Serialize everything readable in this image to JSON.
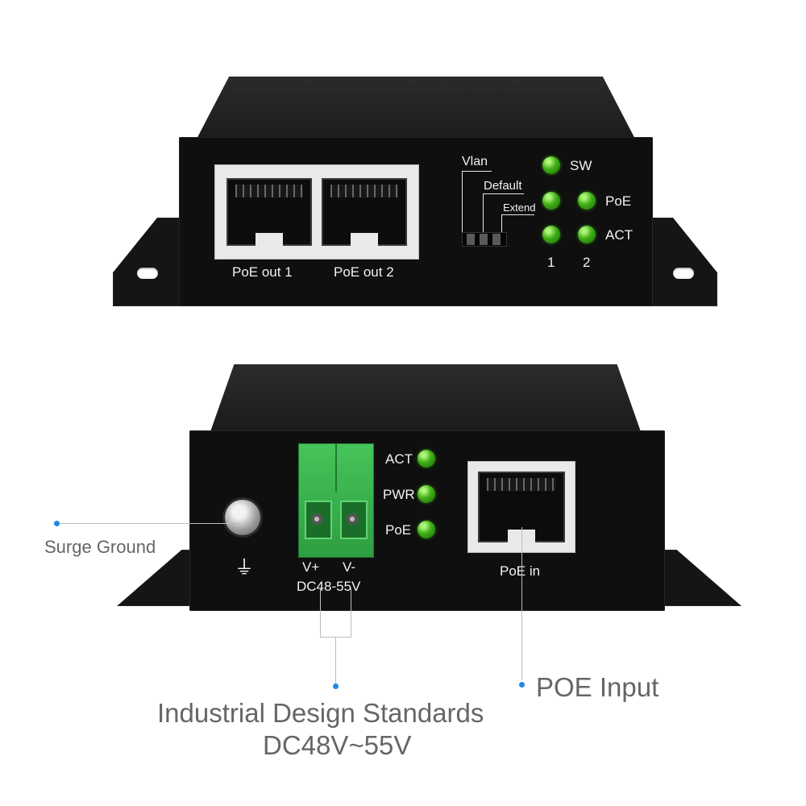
{
  "top_unit": {
    "port_labels": [
      "PoE  out 1",
      "PoE  out 2"
    ],
    "dip_labels": {
      "vlan": "Vlan",
      "default": "Default",
      "extend": "Extend"
    },
    "led_labels": {
      "sw": "SW",
      "poe": "PoE",
      "act": "ACT"
    },
    "port_numbers": [
      "1",
      "2"
    ]
  },
  "bottom_unit": {
    "terminal_labels": {
      "v_plus": "V+",
      "v_minus": "V-",
      "voltage": "DC48-55V"
    },
    "led_labels": {
      "act": "ACT",
      "pwr": "PWR",
      "poe": "PoE"
    },
    "port_label": "PoE in",
    "ground_symbol": "⏚"
  },
  "callouts": {
    "surge_ground": "Surge Ground",
    "poe_input": "POE Input",
    "industrial_line1": "Industrial Design Standards",
    "industrial_line2": "DC48V~55V"
  },
  "colors": {
    "led_green": "#3fae17",
    "terminal_green": "#2f9d42",
    "callout_dot": "#1e88e5"
  }
}
